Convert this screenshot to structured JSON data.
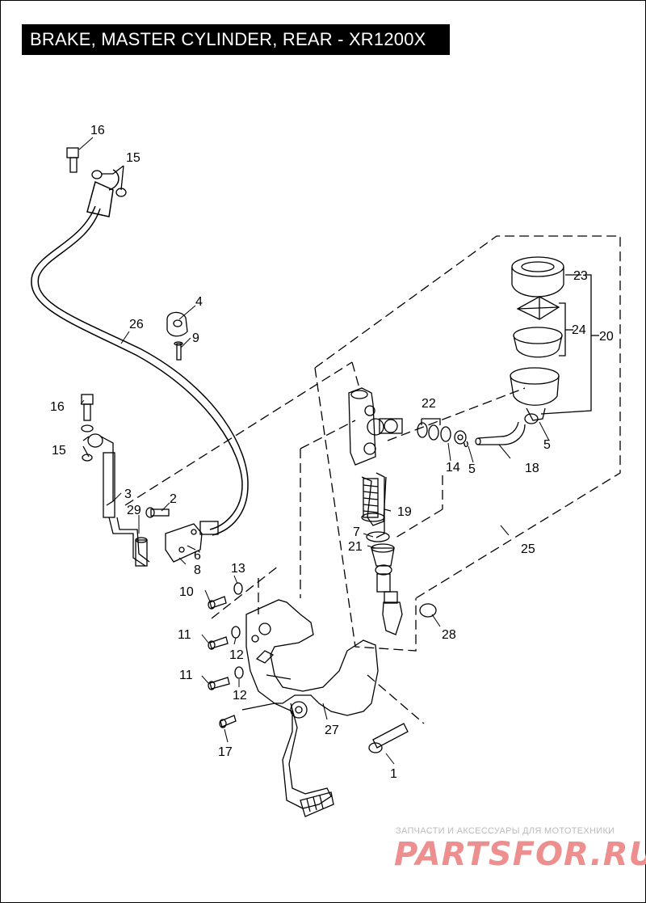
{
  "title": "BRAKE, MASTER CYLINDER, REAR - XR1200X",
  "callouts": {
    "c1": "1",
    "c2": "2",
    "c3": "3",
    "c4": "4",
    "c5a": "5",
    "c5b": "5",
    "c6": "6",
    "c7": "7",
    "c8": "8",
    "c9": "9",
    "c10": "10",
    "c11a": "11",
    "c11b": "11",
    "c12a": "12",
    "c12b": "12",
    "c13": "13",
    "c14": "14",
    "c15a": "15",
    "c15b": "15",
    "c16a": "16",
    "c16b": "16",
    "c17": "17",
    "c18": "18",
    "c19": "19",
    "c20": "20",
    "c21": "21",
    "c22": "22",
    "c23": "23",
    "c24": "24",
    "c25": "25",
    "c26": "26",
    "c27": "27",
    "c28": "28",
    "c29": "29"
  },
  "watermark": {
    "tagline": "ЗАПЧАСТИ И АКСЕССУАРЫ ДЛЯ МОТОТЕХНИКИ",
    "logo": "PARTSFOR.RU"
  }
}
